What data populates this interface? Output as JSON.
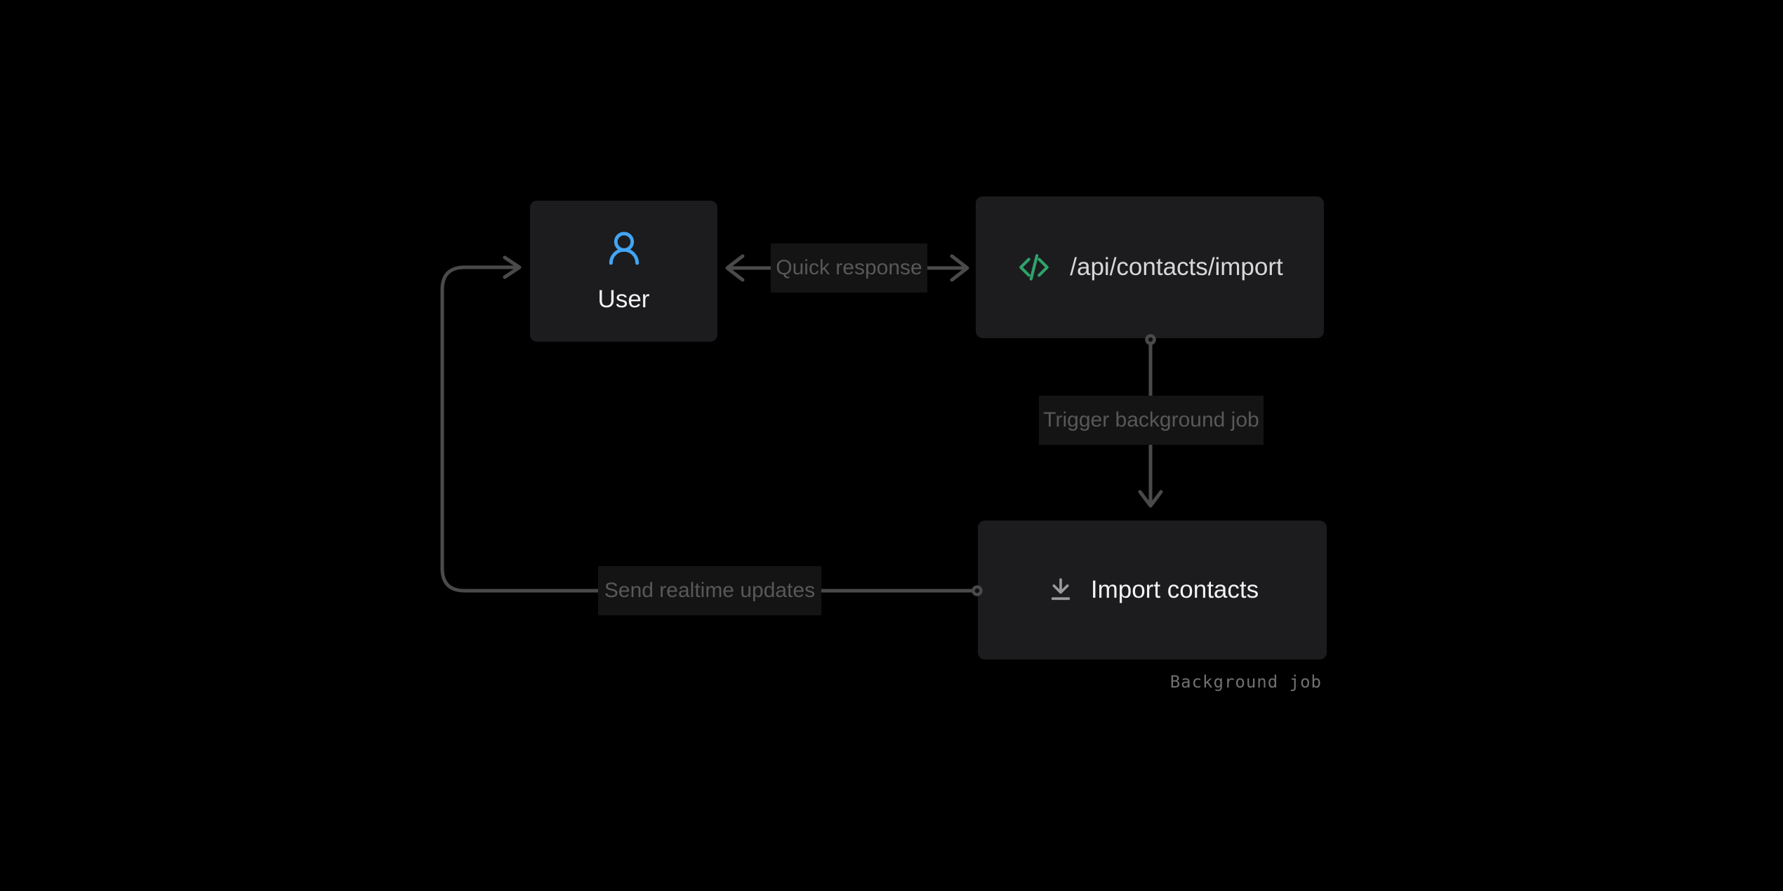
{
  "diagram": {
    "nodes": [
      {
        "id": "user",
        "label": "User",
        "icon": "user-icon"
      },
      {
        "id": "api",
        "label": "/api/contacts/import",
        "icon": "code-icon"
      },
      {
        "id": "import",
        "label": "Import contacts",
        "icon": "download-icon",
        "caption": "Background job"
      }
    ],
    "edges": [
      {
        "id": "quick-response",
        "label": "Quick response",
        "from": "User",
        "to": "/api/contacts/import",
        "direction": "bidirectional"
      },
      {
        "id": "trigger-job",
        "label": "Trigger background job",
        "from": "/api/contacts/import",
        "to": "Import contacts",
        "direction": "forward"
      },
      {
        "id": "realtime-updates",
        "label": "Send realtime updates",
        "from": "Import contacts",
        "to": "User",
        "direction": "forward"
      }
    ]
  },
  "colors": {
    "canvas_bg": "#000000",
    "node_bg": "#1c1c1e",
    "node_text": "#f2f2f3",
    "api_text": "#d8d8da",
    "edge": "#4a4a4a",
    "edge_label_bg": "#141414",
    "edge_label_text": "#585858",
    "caption_text": "#707072",
    "user_accent": "#42a5f5",
    "api_accent": "#2ea36b",
    "import_accent": "#9b9b9b"
  }
}
